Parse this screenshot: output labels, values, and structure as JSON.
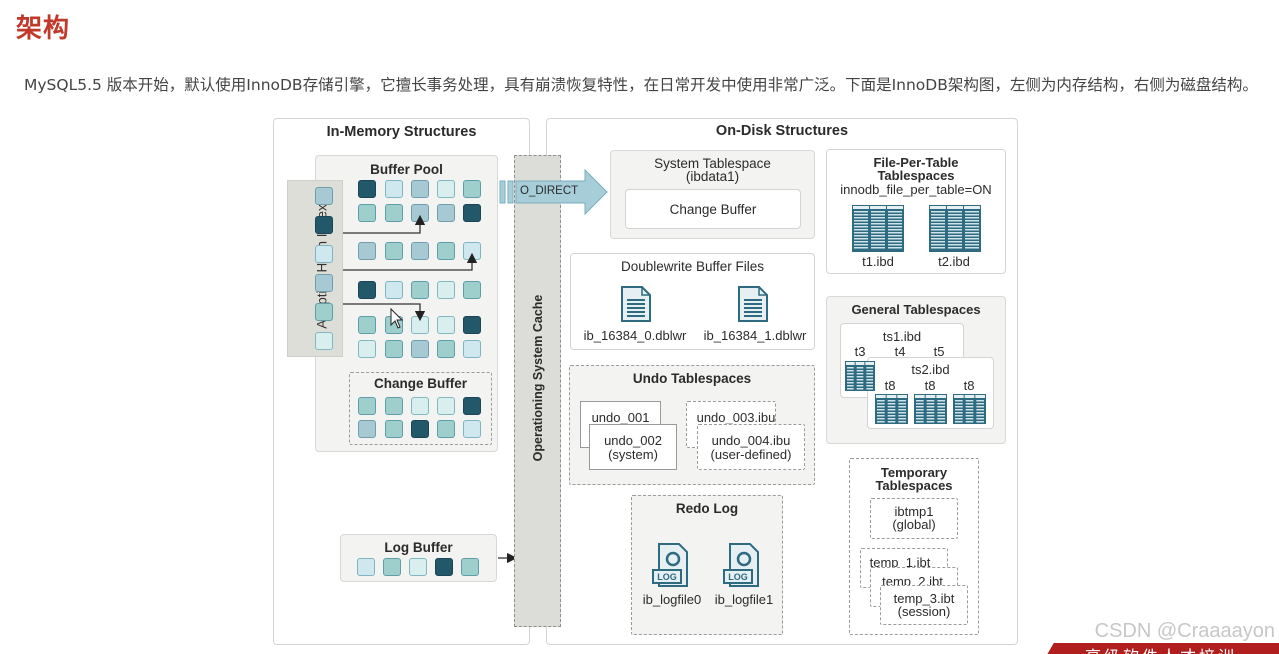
{
  "heading": "架构",
  "intro": "MySQL5.5 版本开始，默认使用InnoDB存储引擎，它擅长事务处理，具有崩溃恢复特性，在日常开发中使用非常广泛。下面是InnoDB架构图，左侧为内存结构，右侧为磁盘结构。",
  "diagram": {
    "in_memory": {
      "title": "In-Memory Structures",
      "buffer_pool": {
        "title": "Buffer Pool",
        "rows": [
          [
            4,
            0,
            2,
            3,
            1
          ],
          [
            1,
            1,
            2,
            2,
            4
          ],
          [
            2,
            1,
            2,
            1,
            0
          ],
          [
            4,
            0,
            1,
            3,
            1
          ],
          [
            1,
            1,
            3,
            3,
            4
          ],
          [
            3,
            1,
            2,
            1,
            0
          ]
        ]
      },
      "adaptive_hash_index": {
        "title": "Adaptive Hash Index",
        "cells": [
          2,
          4,
          0,
          2,
          1,
          3
        ]
      },
      "change_buffer": {
        "title": "Change Buffer",
        "rows": [
          [
            1,
            1,
            3,
            3,
            4
          ],
          [
            2,
            1,
            4,
            1,
            0
          ]
        ]
      },
      "log_buffer": {
        "title": "Log Buffer",
        "cells": [
          0,
          1,
          3,
          4,
          1
        ]
      }
    },
    "os_cache": {
      "title": "Operationing System Cache",
      "o_direct": "O_DIRECT"
    },
    "on_disk": {
      "title": "On-Disk Structures",
      "system_tablespace": {
        "title": "System Tablespace",
        "subtitle": "(ibdata1)",
        "change_buffer": "Change Buffer"
      },
      "file_per_table": {
        "title": "File-Per-Table",
        "title2": "Tablespaces",
        "setting": "innodb_file_per_table=ON",
        "files": [
          "t1.ibd",
          "t2.ibd"
        ]
      },
      "doublewrite": {
        "title": "Doublewrite Buffer Files",
        "files": [
          "ib_16384_0.dblwr",
          "ib_16384_1.dblwr"
        ]
      },
      "general": {
        "title": "General Tablespaces",
        "ts1": "ts1.ibd",
        "ts1_tables": [
          "t3",
          "t4",
          "t5"
        ],
        "ts2": "ts2.ibd",
        "ts2_tables": [
          "t8",
          "t8",
          "t8"
        ]
      },
      "undo": {
        "title": "Undo Tablespaces",
        "u1": "undo_001",
        "u2": "undo_002",
        "u2_note": "(system)",
        "u3": "undo_003.ibu",
        "u4": "undo_004.ibu",
        "u4_note": "(user-defined)"
      },
      "redo": {
        "title": "Redo Log",
        "files": [
          "ib_logfile0",
          "ib_logfile1"
        ],
        "icon_text": "LOG"
      },
      "temporary": {
        "title": "Temporary",
        "title2": "Tablespaces",
        "global": "ibtmp1",
        "global_note": "(global)",
        "t1": "temp_1.ibt",
        "t2": "temp_2.ibt",
        "t3": "temp_3.ibt",
        "session_note": "(session)"
      }
    }
  },
  "watermark": "CSDN @Craaaayon",
  "banner": "高级软件人才培训"
}
